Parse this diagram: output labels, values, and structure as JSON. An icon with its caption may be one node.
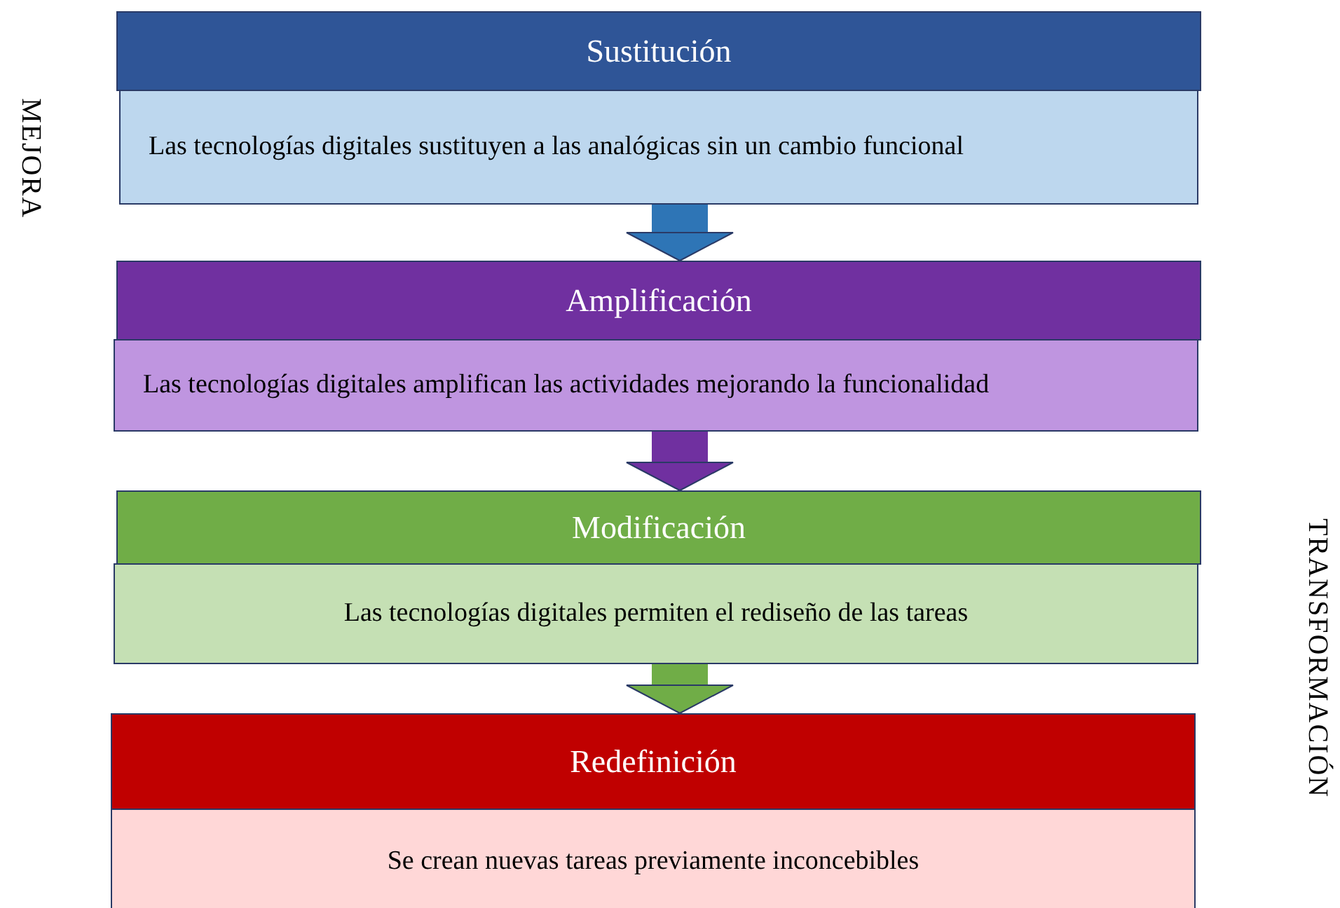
{
  "diagram": {
    "nodes": [
      {
        "text": [
          "Sustitución"
        ]
      },
      {
        "text": [
          "Las tecnologías digitales sustituyen a las analógicas sin un cambio funcional"
        ]
      },
      {
        "text": [
          "Amplificación"
        ]
      },
      {
        "text": [
          "Las tecnologías digitales amplifican las actividades mejorando la funcionalidad"
        ]
      },
      {
        "text": [
          "Modificación"
        ]
      },
      {
        "text": [
          "Las tecnologías digitales permiten el rediseño de las tareas"
        ]
      },
      {
        "text": [
          "Redefinición"
        ]
      },
      {
        "text": [
          "Se crean nuevas tareas previamente inconcebibles"
        ]
      }
    ],
    "edges": [
      {
        "from": 1,
        "to": 2,
        "arrow": "to",
        "color": "#2e75b6"
      },
      {
        "from": 3,
        "to": 4,
        "arrow": "to",
        "color": "#7030a0"
      },
      {
        "from": 5,
        "to": 6,
        "arrow": "to",
        "color": "#70ad47"
      }
    ],
    "labels": [
      "MEJORA",
      "TRANSFORMACIÓN"
    ]
  }
}
